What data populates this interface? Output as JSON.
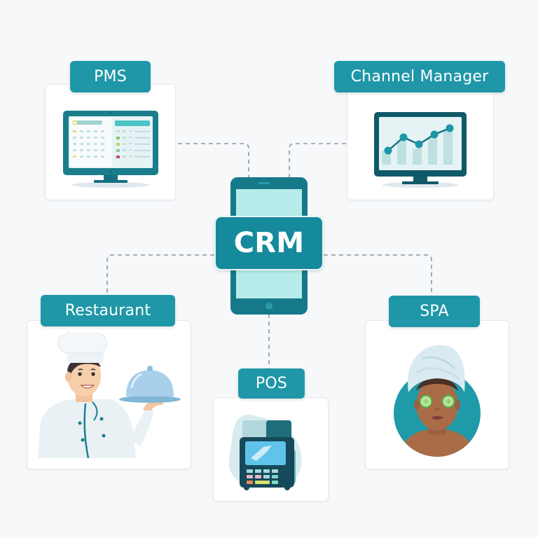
{
  "diagram": {
    "center": {
      "label": "CRM",
      "icon": "smartphone-icon"
    },
    "nodes": [
      {
        "id": "pms",
        "label": "PMS",
        "icon": "desktop-dashboard-icon"
      },
      {
        "id": "channel_manager",
        "label": "Channel Manager",
        "icon": "desktop-line-chart-icon"
      },
      {
        "id": "restaurant",
        "label": "Restaurant",
        "icon": "chef-with-cloche-icon"
      },
      {
        "id": "pos",
        "label": "POS",
        "icon": "payment-terminal-icon"
      },
      {
        "id": "spa",
        "label": "SPA",
        "icon": "spa-woman-cucumber-icon"
      }
    ],
    "connectors": [
      {
        "from": "CRM",
        "to": "PMS",
        "style": "dashed"
      },
      {
        "from": "CRM",
        "to": "Channel Manager",
        "style": "dashed"
      },
      {
        "from": "CRM",
        "to": "Restaurant",
        "style": "dashed"
      },
      {
        "from": "CRM",
        "to": "POS",
        "style": "dashed"
      },
      {
        "from": "CRM",
        "to": "SPA",
        "style": "dashed"
      }
    ]
  },
  "colors": {
    "background": "#f6f8fa",
    "label_teal": "#1f97a8",
    "dark_teal": "#1a7d8c",
    "screen_mint": "#b6ece9",
    "connector_gray": "#8f98a3"
  }
}
